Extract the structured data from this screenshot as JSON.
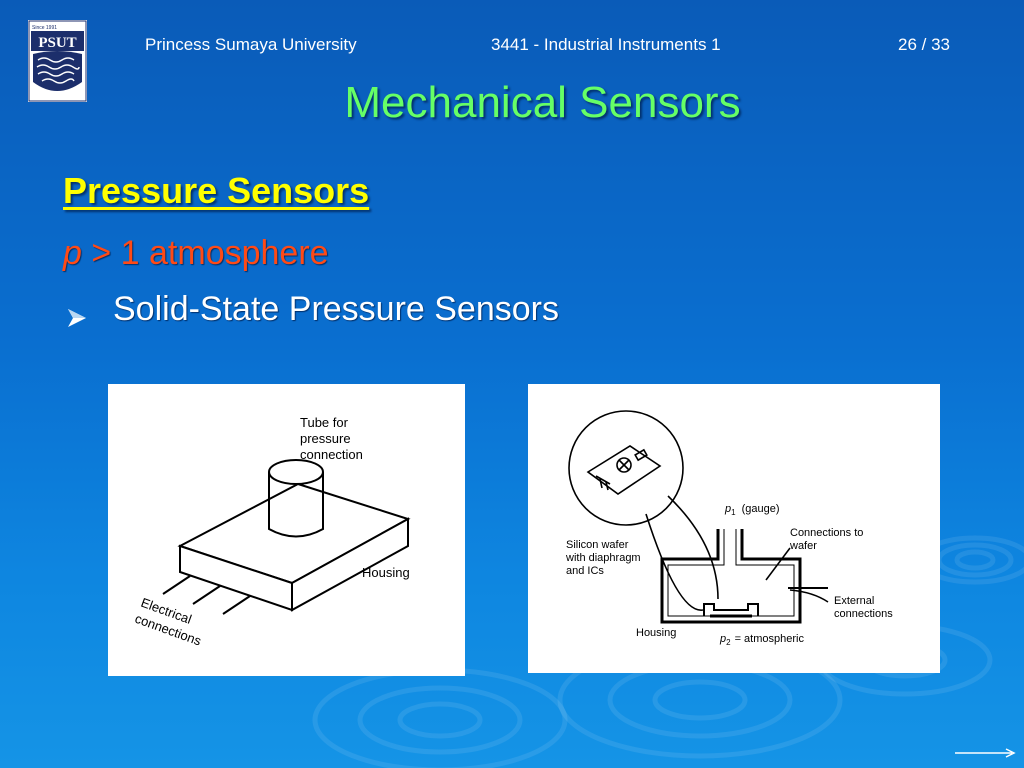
{
  "logo": {
    "text": "PSUT",
    "since": "Since 1991"
  },
  "header": {
    "university": "Princess Sumaya University",
    "course": "3441 - Industrial Instruments 1",
    "page": "26 / 33"
  },
  "title": "Mechanical Sensors",
  "subheading": "Pressure Sensors",
  "pressure_condition": {
    "variable": "p",
    "rest": " > 1 atmosphere"
  },
  "bullet": {
    "icon": "arrow-bullet-icon",
    "text": "Solid-State Pressure Sensors"
  },
  "figure_left": {
    "tube_label": [
      "Tube for",
      "pressure",
      "connection"
    ],
    "housing_label": "Housing",
    "electrical_label": [
      "Electrical",
      "connections"
    ]
  },
  "figure_right": {
    "p1_var": "p",
    "p1_sub": "1",
    "p1_rest": "(gauge)",
    "connections_label": [
      "Connections to",
      "wafer"
    ],
    "silicon_label": [
      "Silicon wafer",
      "with diaphragm",
      "and ICs"
    ],
    "external_label": [
      "External",
      "connections"
    ],
    "housing_label": "Housing",
    "p2_var": "p",
    "p2_sub": "2",
    "p2_rest": "= atmospheric"
  },
  "colors": {
    "title": "#66ff66",
    "subheading": "#ffff00",
    "condition": "#ff4a16",
    "background": "#0a6fd0"
  }
}
